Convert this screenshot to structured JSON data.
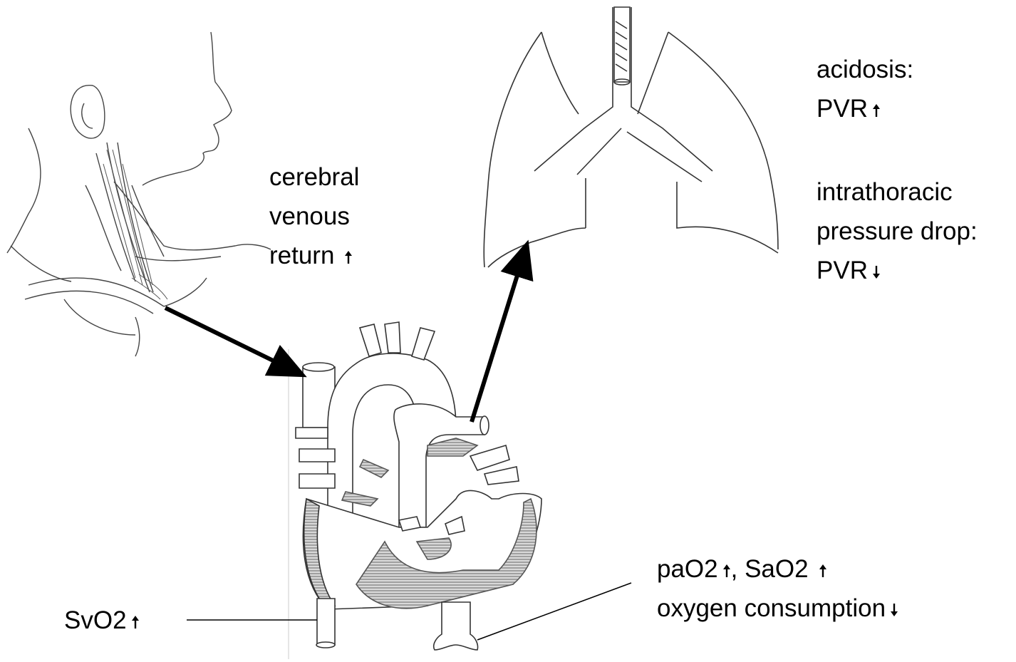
{
  "labels": {
    "cerebral": [
      "cerebral",
      "venous",
      "return"
    ],
    "acidosis": "acidosis:",
    "pvr_up": "PVR",
    "intrathoracic": [
      "intrathoracic",
      "pressure drop:"
    ],
    "pvr_down": "PVR",
    "svo2": "SvO2",
    "pao2": "paO2",
    "sao2": ", SaO2",
    "oxygen_consumption": "oxygen consumption"
  },
  "indicators": {
    "cerebral_venous_return": "up",
    "acidosis_pvr": "up",
    "pressure_drop_pvr": "down",
    "svo2": "up",
    "pao2": "up",
    "sao2": "up",
    "oxygen_consumption": "down"
  },
  "colors": {
    "ink": "#000000",
    "hatch": "#8a8a8a",
    "sketch": "#444444"
  }
}
